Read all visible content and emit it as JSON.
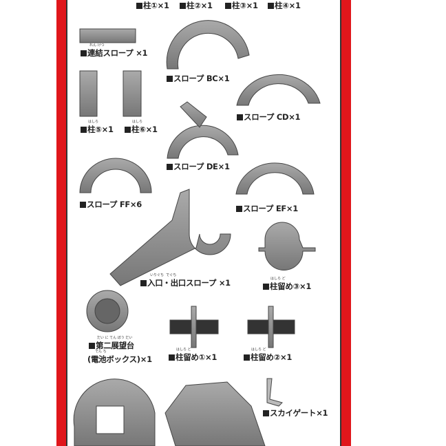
{
  "parts": [
    {
      "label": "柱①×1"
    },
    {
      "label": "柱②×1"
    },
    {
      "label": "柱③×1"
    },
    {
      "label": "柱④×1"
    },
    {
      "label": "連結スロープ ×1",
      "ruby": "れん けつ"
    },
    {
      "label": "スロープ BC×1"
    },
    {
      "label": "スロープ CD×1"
    },
    {
      "label": "柱⑤×1",
      "ruby": "はしら"
    },
    {
      "label": "柱⑥×1",
      "ruby": "はしら"
    },
    {
      "label": "スロープ DE×1"
    },
    {
      "label": "スロープ FF×6"
    },
    {
      "label": "スロープ EF×1"
    },
    {
      "label": "入口・出口スロープ ×1",
      "ruby": "いりぐち  でぐち"
    },
    {
      "label": "柱留め③×1",
      "ruby": "はしら ど"
    },
    {
      "label": "第二展望台",
      "ruby": "だい に てん ぼう だい"
    },
    {
      "label": "(電池ボックス)×1",
      "ruby": "でん ち"
    },
    {
      "label": "柱留め①×1",
      "ruby": "はしら ど"
    },
    {
      "label": "柱留め②×1",
      "ruby": "はしら ど"
    },
    {
      "label": "スカイゲート×1"
    }
  ],
  "colors": {
    "border": "#e0161b",
    "part": "#8a8a8a"
  }
}
